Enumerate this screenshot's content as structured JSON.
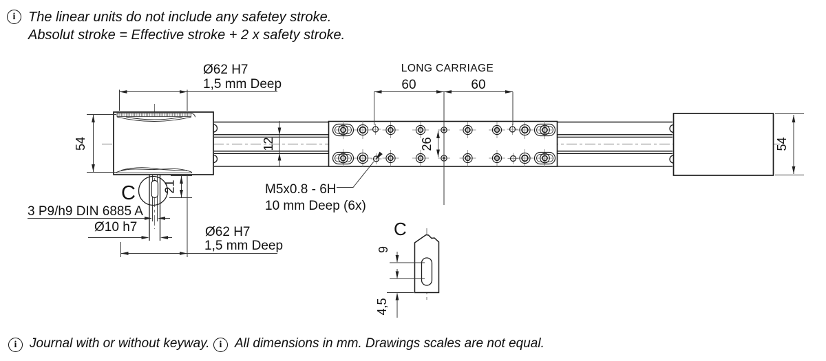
{
  "notes": {
    "info_symbol": "i",
    "top": {
      "line1": "The linear units do not include any safetey stroke.",
      "line2": "Absolut stroke = Effective stroke + 2 x safety stroke."
    },
    "bottom_left": "Journal with or without keyway.",
    "bottom_right": "All dimensions in mm. Drawings scales are not equal."
  },
  "drawing": {
    "carriage_title": "LONG CARRIAGE",
    "bore_label_top": {
      "line1": "Ø62 H7",
      "line2": "1,5 mm Deep"
    },
    "bore_label_bottom": {
      "line1": "Ø62 H7",
      "line2": "1,5 mm Deep"
    },
    "keyway_label": "3 P9/h9 DIN 6885 A",
    "journal_label": "Ø10 h7",
    "thread_label": {
      "line1": "M5x0.8 - 6H",
      "line2": "10 mm Deep (6x)"
    },
    "detail_marker": "C",
    "detail_view_label": "C",
    "dims": {
      "block_height_left": "54",
      "block_height_right": "54",
      "rail_width": "12",
      "hole_row_spacing": "26",
      "hole_pitch_left": "60",
      "hole_pitch_right": "60",
      "journal_length": "21",
      "keyway_length": "9",
      "keyway_offset": "4,5"
    }
  },
  "colors": {
    "object_line": "#1c1c1c",
    "dim_line": "#3a3a3a",
    "centerline": "#767676",
    "text": "#111111"
  }
}
